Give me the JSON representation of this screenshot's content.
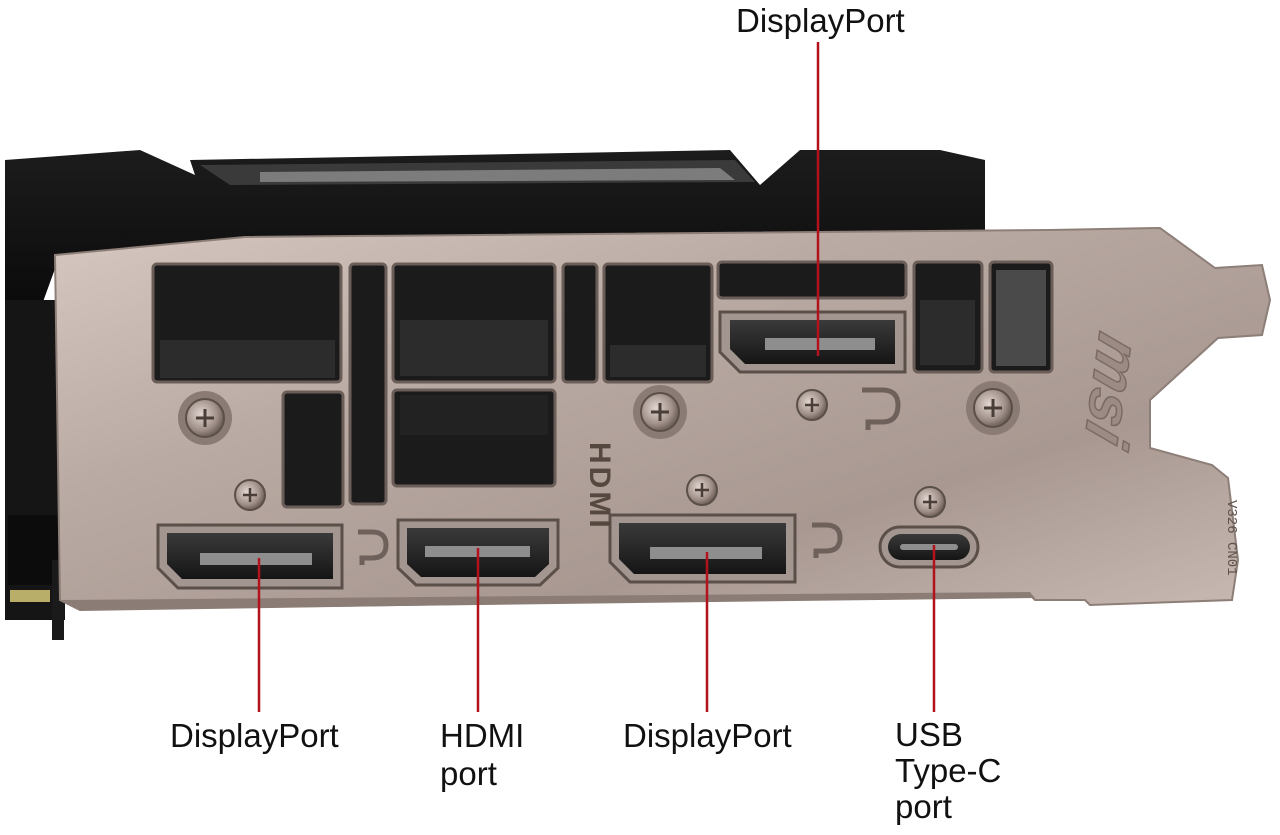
{
  "colors": {
    "background": "#ffffff",
    "leader_line": "#b3121d",
    "label_text": "#111111",
    "bracket_metal": "#b9aaa3",
    "shroud": "#141414"
  },
  "labels": {
    "top_displayport": "DisplayPort",
    "bottom_displayport_left": "DisplayPort",
    "hdmi_line1": "HDMI",
    "hdmi_line2": "port",
    "bottom_displayport_right": "DisplayPort",
    "usbc_line1": "USB",
    "usbc_line2": "Type-C",
    "usbc_line3": "port"
  },
  "bracket_marks": {
    "brand_logo": "msi",
    "part_code": "V326 CN01",
    "hdmi_engraving": "HDMI"
  },
  "icons": [
    "displayport-logo-icon",
    "screw-icon"
  ]
}
